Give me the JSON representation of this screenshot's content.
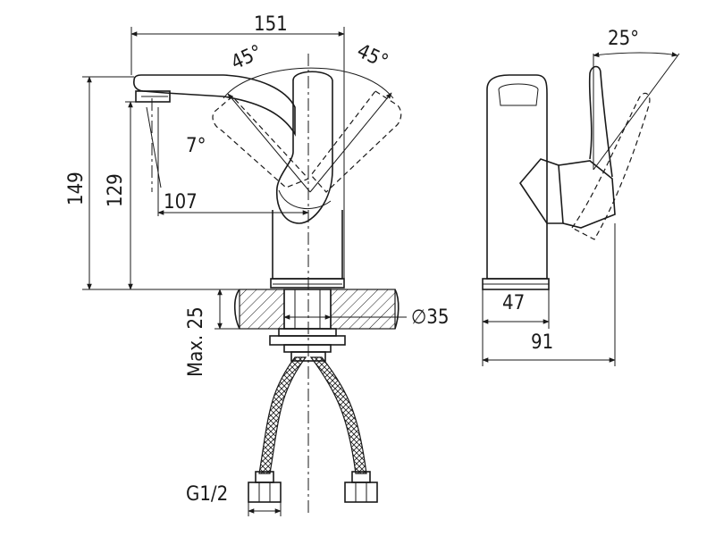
{
  "front_view": {
    "width_overall": "151",
    "height_overall": "149",
    "spout_height": "129",
    "spout_reach": "107",
    "angle_left": "45°",
    "angle_right": "45°",
    "angle_spout": "7°"
  },
  "installation": {
    "max_thickness": "Max. 25",
    "hole_diameter": "∅35",
    "connection_thread": "G1/2"
  },
  "side_view": {
    "base_depth": "47",
    "depth_overall": "91",
    "lever_angle": "25°"
  }
}
